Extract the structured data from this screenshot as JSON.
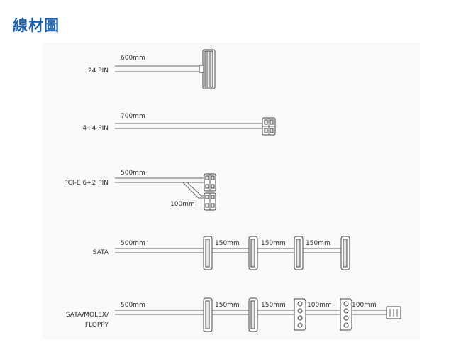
{
  "header": {
    "title": "線材圖"
  },
  "cables": {
    "pin24": {
      "name": "24 PIN",
      "length": "600mm"
    },
    "pin44": {
      "name": "4+4 PIN",
      "length": "700mm"
    },
    "pcie": {
      "name": "PCI-E 6+2 PIN",
      "length": "500mm",
      "branch_length": "100mm"
    },
    "sata": {
      "name": "SATA",
      "lengths": [
        "500mm",
        "150mm",
        "150mm",
        "150mm"
      ]
    },
    "molex": {
      "name_line1": "SATA/MOLEX/",
      "name_line2": "FLOPPY",
      "lengths": [
        "500mm",
        "150mm",
        "150mm",
        "100mm",
        "100mm"
      ]
    }
  }
}
